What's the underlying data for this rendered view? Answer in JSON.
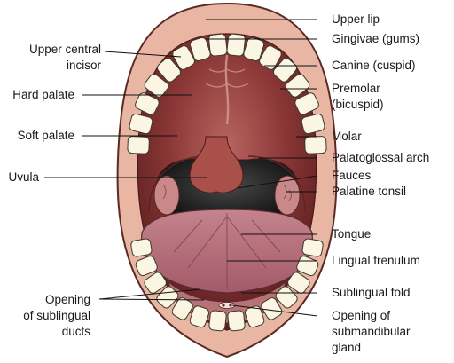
{
  "labels": {
    "upper_lip": "Upper lip",
    "gingivae": "Gingivae (gums)",
    "canine": "Canine (cuspid)",
    "premolar_1": "Premolar",
    "premolar_2": "(bicuspid)",
    "molar": "Molar",
    "palatoglossal_arch": "Palatoglossal arch",
    "fauces": "Fauces",
    "palatine_tonsil": "Palatine tonsil",
    "tongue": "Tongue",
    "lingual_frenulum": "Lingual frenulum",
    "sublingual_fold": "Sublingual fold",
    "submandibular_1": "Opening of",
    "submandibular_2": "submandibular",
    "submandibular_3": "gland",
    "upper_incisor_1": "Upper central",
    "upper_incisor_2": "incisor",
    "hard_palate": "Hard palate",
    "soft_palate": "Soft palate",
    "uvula": "Uvula",
    "sublingual_ducts_1": "Opening",
    "sublingual_ducts_2": "of sublingual",
    "sublingual_ducts_3": "ducts"
  },
  "colors": {
    "lip": "#e9b6a3",
    "lip_outline": "#5a2a24",
    "palate_dark": "#7a2d2d",
    "palate_light": "#b05a52",
    "tongue": "#c87a86",
    "tongue_dark": "#a25665",
    "throat": "#1b1b1b",
    "tooth": "#fbf6e4",
    "tooth_outline": "#3a3a2a",
    "leader": "#111111"
  },
  "icons": [
    "tooth-shape",
    "leader-line"
  ]
}
